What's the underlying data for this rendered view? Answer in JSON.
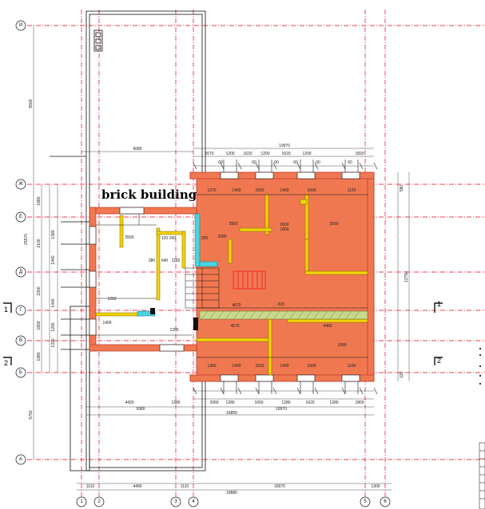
{
  "title": "brick building",
  "colors": {
    "axis_line": "#e8001c",
    "wall_fill": "#f07850",
    "wall_stroke": "#c0392b",
    "partition_fill": "#f2d200",
    "glass_fill": "#49d4e0",
    "hatch_fill": "#c9d98b"
  },
  "axes": {
    "horizontal": [
      "И",
      "Ж",
      "Е",
      "Д",
      "Г",
      "В",
      "Б",
      "А"
    ],
    "vertical": [
      "1",
      "2",
      "3",
      "4",
      "5",
      "6"
    ]
  },
  "sections": {
    "left_1": "1",
    "left_2": "2",
    "right_1": "1",
    "right_2": "2"
  },
  "dimensions": {
    "top_overall": "19970",
    "top_left": "6080",
    "top_chain": [
      "2070",
      "1200",
      "1620",
      "1200",
      "1620",
      "1200",
      "1820"
    ],
    "top_small": [
      "60",
      "60",
      "60",
      "60",
      "60",
      "60"
    ],
    "bottom_chain": [
      "2060",
      "1280",
      "1650",
      "1280",
      "1620",
      "1280",
      "1800"
    ],
    "bottom_a": "4420",
    "bottom_b": "5980",
    "bottom_c": "1280",
    "bottom_d": "16850",
    "bottom_e": "18970",
    "bottom_axes": [
      "1110",
      "4490",
      "1110",
      "18070",
      "1300"
    ],
    "bottom_total": "18880",
    "left_total": "9500",
    "left_mid": "25570",
    "left_chain": [
      "1980",
      "2100",
      "2300",
      "1800",
      "1980",
      "5750"
    ],
    "left_inner": [
      "1380",
      "1440",
      "1440",
      "1290",
      "1330"
    ],
    "right_total": "12750",
    "right_small": [
      "580",
      "120"
    ],
    "room_dims": [
      "1370",
      "1400",
      "1500",
      "1400",
      "1500",
      "1120",
      "3950",
      "3560",
      "2580",
      "2000",
      "1800",
      "3500",
      "4670",
      "4070",
      "4460",
      "1360",
      "1400",
      "1530",
      "1400",
      "1500",
      "1100",
      "815",
      "1200"
    ],
    "wall_small": [
      "250",
      "120",
      "380",
      "200",
      "640",
      "1130",
      "1400",
      "1260",
      "1080"
    ]
  }
}
